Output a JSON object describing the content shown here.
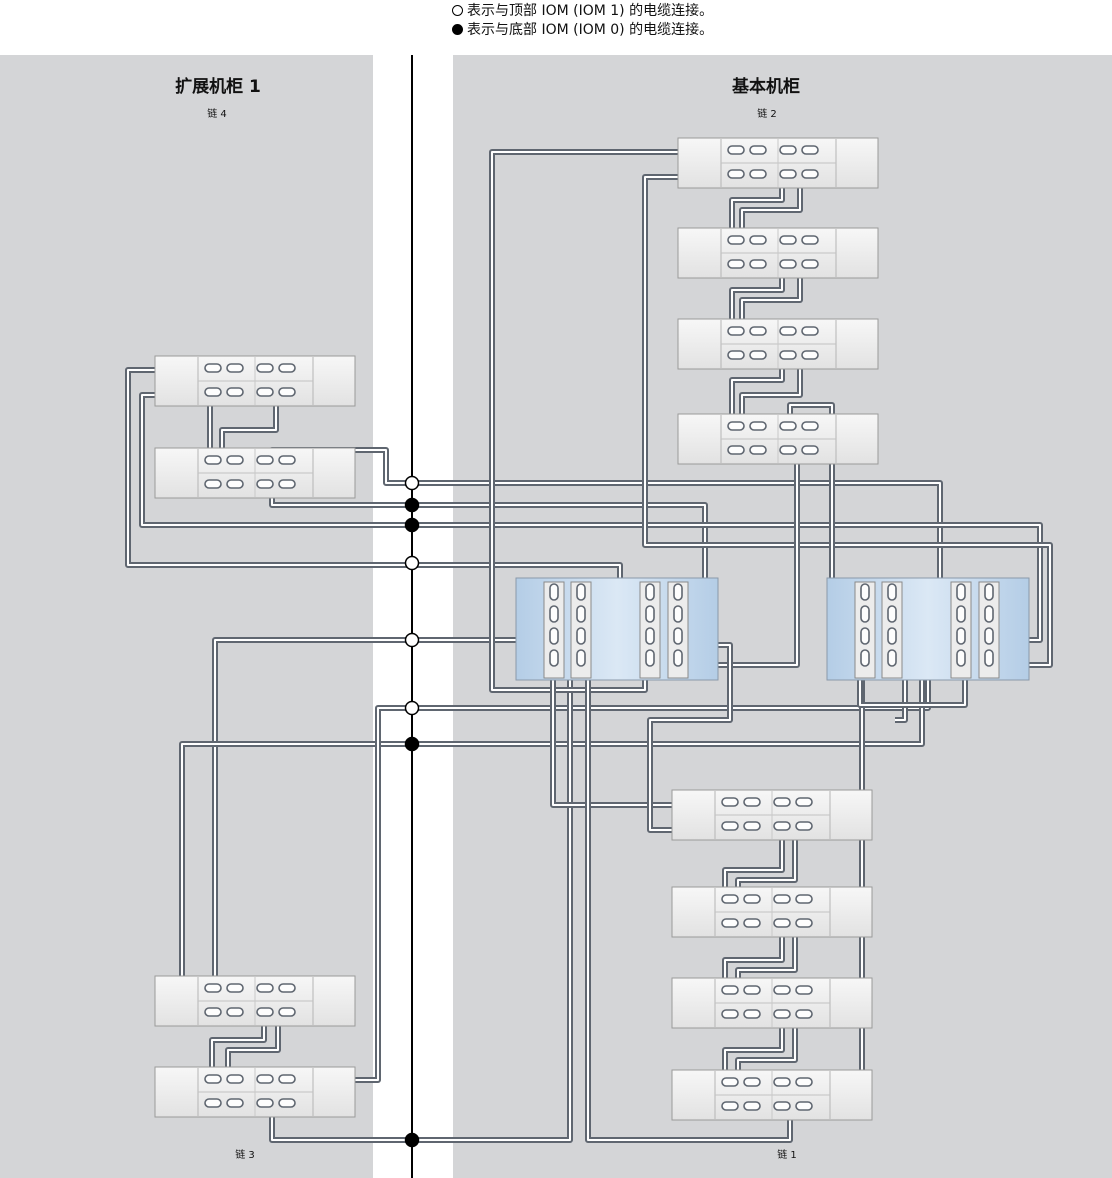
{
  "legend": {
    "open": {
      "symbol": "open-circle",
      "text": "表示与顶部 IOM (IOM 1) 的电缆连接。"
    },
    "filled": {
      "symbol": "filled-circle",
      "text": "表示与底部 IOM (IOM 0) 的电缆连接。"
    }
  },
  "cabinets": {
    "expansion": {
      "title": "扩展机柜 1",
      "chain_top": "链 4",
      "chain_bottom": "链 3"
    },
    "base": {
      "title": "基本机柜",
      "chain_top": "链 2",
      "chain_bottom": "链 1"
    }
  },
  "colors": {
    "cabinet_bg": "#d4d5d7",
    "cable": "#5f6670",
    "cable_core": "#ffffff",
    "shelf": "#eeeeee",
    "controller": "#c7dbef"
  },
  "structure": {
    "disk_shelves_expansion": 4,
    "disk_shelves_base": 8,
    "controllers": 2,
    "connectors_open": 4,
    "connectors_filled": 4
  }
}
